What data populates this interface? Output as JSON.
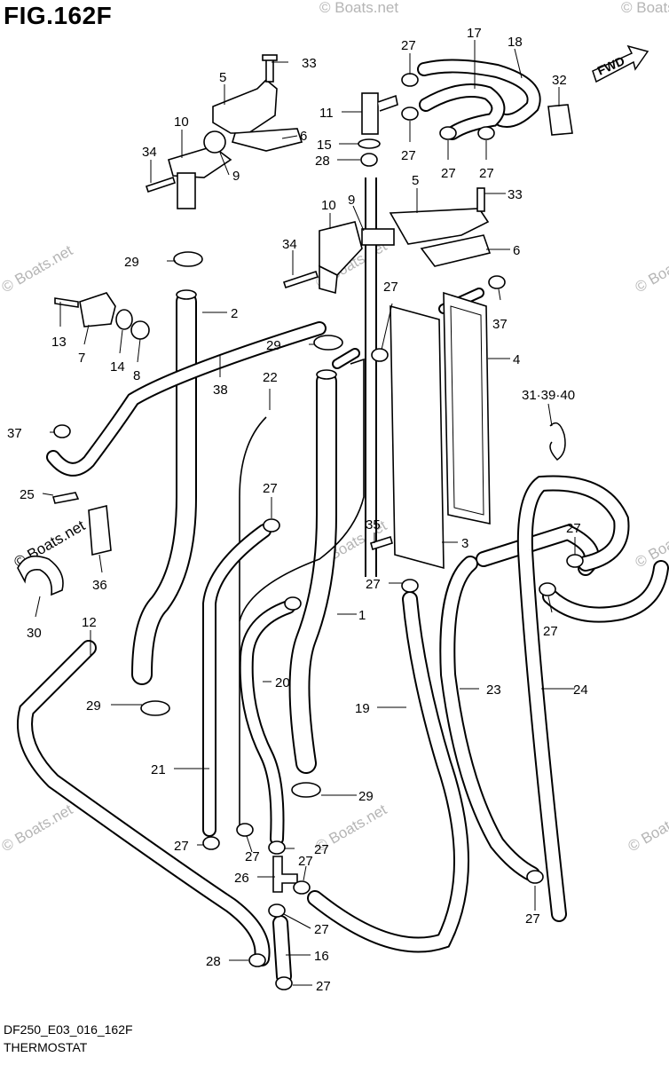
{
  "figure": {
    "title": "FIG.162F",
    "code": "DF250_E03_016_162F",
    "name": "THERMOSTAT",
    "fwd_label": "FWD",
    "watermark": "© Boats.net"
  },
  "callouts": [
    "33",
    "5",
    "10",
    "6",
    "34",
    "9",
    "27",
    "17",
    "18",
    "32",
    "11",
    "15",
    "28",
    "27",
    "27",
    "27",
    "10",
    "9",
    "5",
    "33",
    "6",
    "29",
    "34",
    "13",
    "7",
    "14",
    "8",
    "2",
    "27",
    "37",
    "29",
    "38",
    "22",
    "4",
    "37",
    "31·39·40",
    "25",
    "27",
    "35",
    "3",
    "27",
    "36",
    "30",
    "27",
    "27",
    "12",
    "1",
    "20",
    "29",
    "19",
    "23",
    "24",
    "21",
    "29",
    "27",
    "27",
    "27",
    "26",
    "27",
    "27",
    "27",
    "28",
    "16",
    "27"
  ],
  "colors": {
    "line": "#000000",
    "background": "#ffffff",
    "watermark": "#b5b5b5"
  }
}
